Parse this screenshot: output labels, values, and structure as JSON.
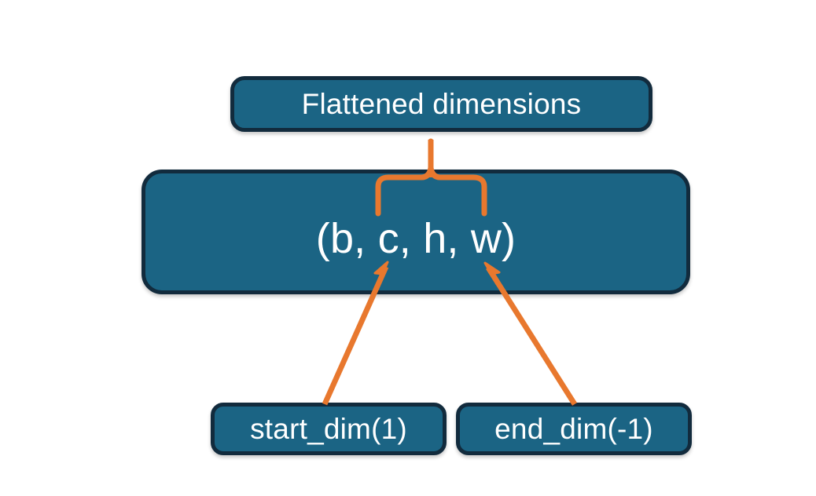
{
  "diagram": {
    "title_node": {
      "label": "Flattened dimensions",
      "name": "flattened-dimensions-box"
    },
    "shape_node": {
      "label": "(b, c, h, w)",
      "name": "tensor-shape-box"
    },
    "start_node": {
      "label": "start_dim(1)",
      "name": "start-dim-box"
    },
    "end_node": {
      "label": "end_dim(-1)",
      "name": "end-dim-box"
    },
    "connectors": {
      "brace": "curly-brace-connector",
      "start_arrow": "start-dim-arrow",
      "end_arrow": "end-dim-arrow"
    },
    "colors": {
      "box_fill": "#1b6484",
      "box_border": "#122b3d",
      "accent_orange": "#e8782e",
      "text": "#ffffff",
      "background": "#ffffff"
    }
  }
}
